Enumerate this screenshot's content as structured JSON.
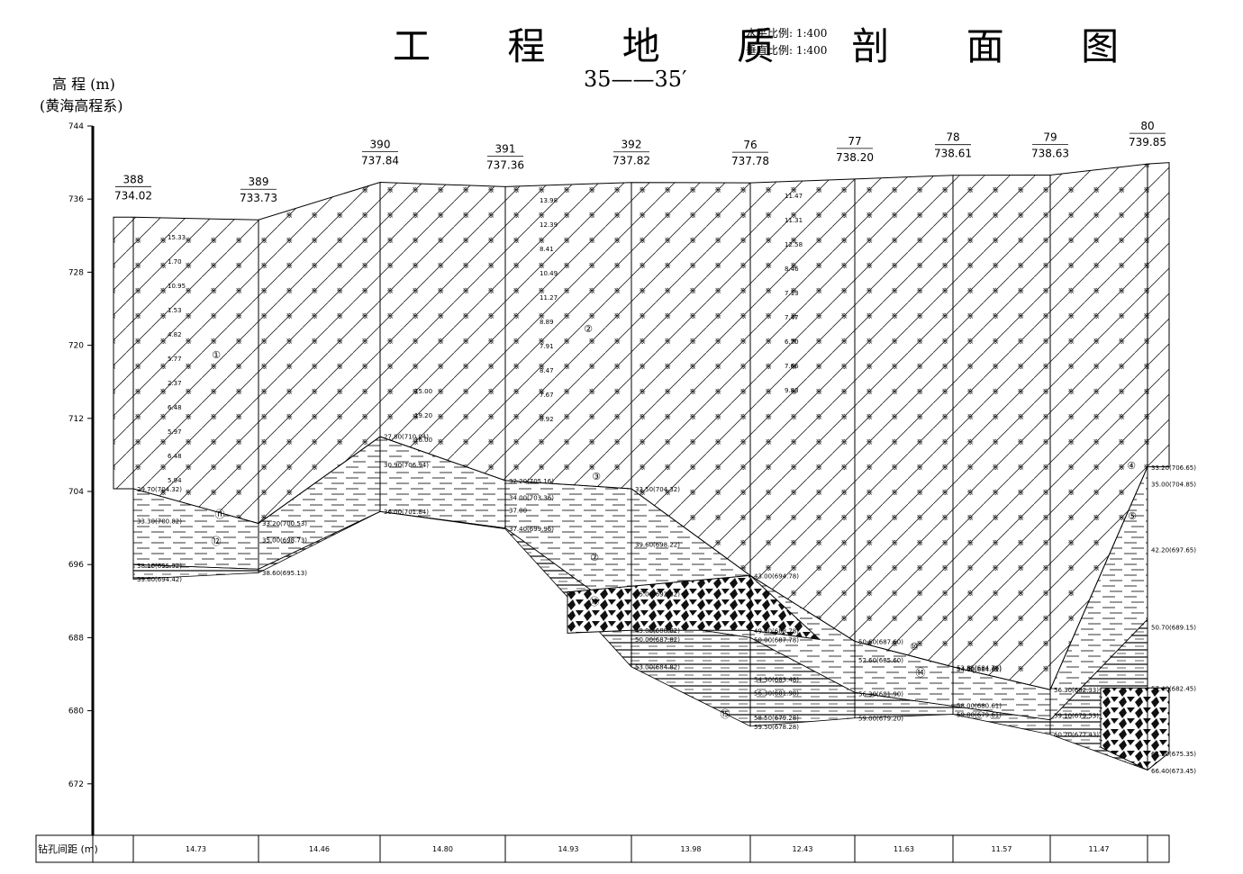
{
  "title": "工 程 地 质 剖 面 图",
  "scale_horizontal": "水平比例: 1:400",
  "scale_vertical": "垂直比例: 1:400",
  "section_id": "35——35′",
  "elevation_axis": {
    "label": "高 程 (m)",
    "system": "(黄海高程系)",
    "ticks": [
      "744",
      "736",
      "728",
      "720",
      "712",
      "704",
      "696",
      "688",
      "680",
      "672"
    ]
  },
  "boreholes": [
    {
      "id": "388",
      "elevation": "734.02"
    },
    {
      "id": "389",
      "elevation": "733.73"
    },
    {
      "id": "390",
      "elevation": "737.84"
    },
    {
      "id": "391",
      "elevation": "737.36"
    },
    {
      "id": "392",
      "elevation": "737.82"
    },
    {
      "id": "76",
      "elevation": "737.78"
    },
    {
      "id": "77",
      "elevation": "738.20"
    },
    {
      "id": "78",
      "elevation": "738.61"
    },
    {
      "id": "79",
      "elevation": "738.63"
    },
    {
      "id": "80",
      "elevation": "739.85"
    }
  ],
  "spacing_row": {
    "label": "钻孔间距 (m)",
    "values": [
      "14.73",
      "14.46",
      "14.80",
      "14.93",
      "13.98",
      "12.43",
      "11.63",
      "11.57",
      "11.47"
    ]
  },
  "depth_labels": [
    "29.70(704.32)",
    "33.30(700.82)",
    "38.10(695.92)",
    "39.60(694.42)",
    "33.20(700.53)",
    "35.00(698.73)",
    "38.60(695.13)",
    "27.80(710.04)",
    "30.90(706.94)",
    "36.00(701.84)",
    "37.00",
    "32.20(705.16)",
    "34.00(703.36)",
    "37.40(699.96)",
    "33.50(704.32)",
    "39.60(698.22)",
    "45.00(692.82)",
    "49.00(688.82)",
    "50.00(687.82)",
    "53.00(684.82)",
    "43.00(694.78)",
    "49.00(688.78)",
    "50.00(687.78)",
    "54.30(683.48)",
    "56.30(681.98)",
    "58.50(679.28)",
    "59.50(678.28)",
    "50.60(687.60)",
    "52.60(685.60)",
    "56.30(681.90)",
    "59.00(679.20)",
    "53.85(684.76)",
    "54.00(684.61)",
    "58.00(680.61)",
    "59.00(679.61)",
    "56.30(682.33)",
    "59.10(679.53)",
    "60.20(677.43)",
    "33.20(706.65)",
    "35.00(704.85)",
    "42.20(697.65)",
    "50.70(689.15)",
    "57.40(682.45)",
    "64.50(675.35)",
    "66.40(673.45)"
  ],
  "spt_values": [
    "15.33",
    "1.70",
    "10.95",
    "1.53",
    "4.82",
    "5.77",
    "2.37",
    "6.48",
    "5.97",
    "6.48",
    "5.94",
    "13.98",
    "12.39",
    "8.41",
    "10.49",
    "11.27",
    "8.89",
    "7.91",
    "8.47",
    "7.67",
    "8.92",
    "15.00",
    "19.20",
    "16.00",
    "11.47",
    "11.31",
    "12.58",
    "8.46",
    "7.13",
    "7.47",
    "6.70",
    "7.66",
    "9.83"
  ],
  "layer_tags": [
    "①",
    "②",
    "③",
    "④",
    "⑤",
    "⑦",
    "⑩",
    "⑪",
    "⑫",
    "⑬",
    "⑭",
    "⑮"
  ],
  "colors": {
    "line": "#000000",
    "background": "#ffffff",
    "fill_dark": "#111111"
  }
}
